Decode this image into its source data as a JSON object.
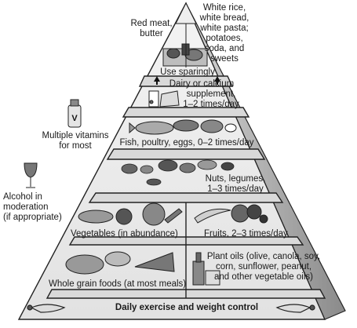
{
  "diagram": {
    "apex": {
      "left_label": [
        "Red meat,",
        "butter"
      ],
      "right_label": [
        "White rice,",
        "white bread,",
        "white pasta;",
        "potatoes,",
        "soda, and",
        "sweets"
      ],
      "use_label": "Use sparingly"
    },
    "tiers": {
      "dairy": [
        "Dairy or calcium",
        "supplement,",
        "1–2 times/day"
      ],
      "protein": "Fish, poultry, eggs, 0–2 times/day",
      "nuts": [
        "Nuts, legumes,",
        "1–3 times/day"
      ],
      "vegetables": "Vegetables (in abundance)",
      "fruits": "Fruits, 2–3 times/day",
      "grains": "Whole grain foods (at most meals)",
      "oils": [
        "Plant oils (olive, canola, soy,",
        "corn, sunflower, peanut,",
        "and other vegetable oils)"
      ],
      "base": "Daily exercise and weight control"
    },
    "side_notes": {
      "vitamins": [
        "Multiple vitamins",
        "for most"
      ],
      "vitamin_letter": "V",
      "alcohol": [
        "Alcohol in",
        "moderation",
        "(if appropriate)"
      ]
    }
  }
}
